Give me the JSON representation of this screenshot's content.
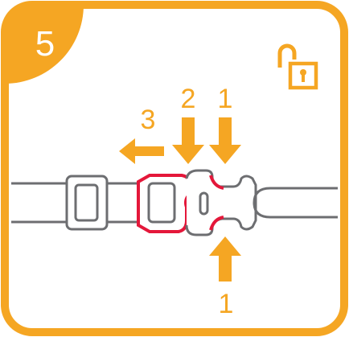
{
  "step": {
    "number": "5",
    "badge_color": "#F5A623"
  },
  "icon": {
    "name": "unlocked-padlock-icon",
    "color": "#F5A623"
  },
  "labels": {
    "arrow_left": "3",
    "arrow_down_left": "2",
    "arrow_down_right": "1",
    "arrow_up": "1"
  },
  "colors": {
    "frame": "#F5A623",
    "arrow": "#F5A623",
    "strap_outline": "#6D6E71",
    "buckle": "#E4173A",
    "text": "#F5A623"
  }
}
